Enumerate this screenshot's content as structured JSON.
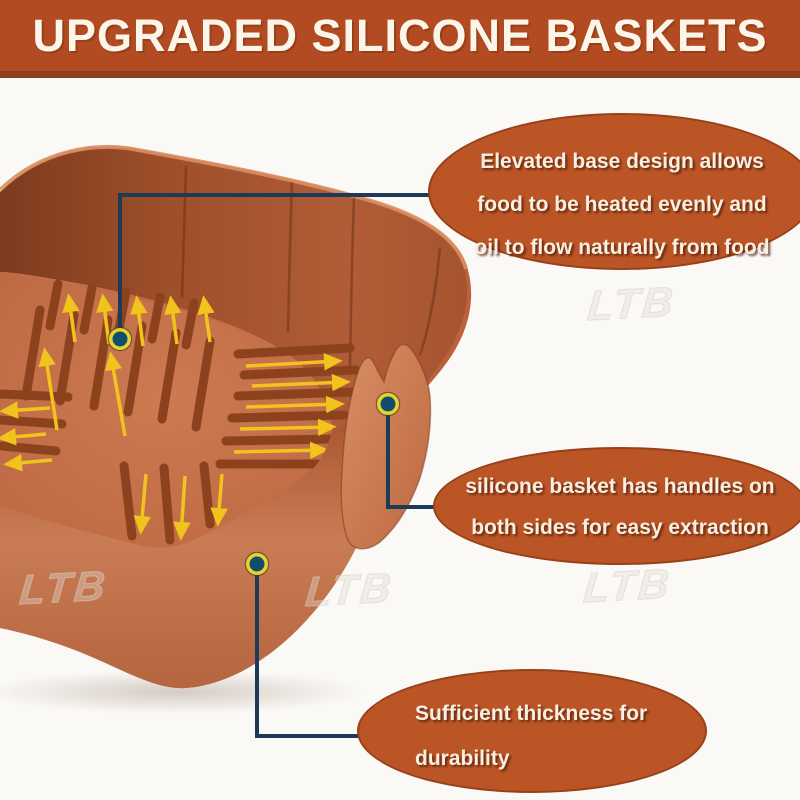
{
  "banner": {
    "title": "UPGRADED SILICONE BASKETS"
  },
  "callouts": [
    {
      "name": "elevated-base",
      "lines": [
        "Elevated base design allows",
        "food to be heated evenly and",
        "oil to flow naturally from food"
      ]
    },
    {
      "name": "side-handles",
      "lines": [
        "silicone basket has handles on",
        "both sides for easy extraction"
      ]
    },
    {
      "name": "thickness",
      "lines": [
        "Sufficient thickness for",
        "durability"
      ]
    }
  ],
  "watermark": {
    "text": "LTB"
  },
  "product": {
    "illustration": "terracotta square silicone air-fryer basket with raised base ridges and yellow airflow arrows"
  },
  "colors": {
    "banner_bg": "#b34b22",
    "banner_strip": "#8f3f1e",
    "banner_text": "#fcf6ea",
    "background": "#faf9f6",
    "callout_bg": "#bc5526",
    "callout_border": "#82371a",
    "callout_text": "#f8efe2",
    "connector_line": "#1d3a57",
    "marker_fill": "#114d6e",
    "marker_ring": "#e8d22e",
    "arrow_yellow": "#f1c31d",
    "basket_body": "#c06a43",
    "basket_wall_dark": "#7e3a1e",
    "basket_floor": "#c26e48",
    "basket_ridge": "#8d421e",
    "watermark_gray": "#d9d3c9"
  }
}
